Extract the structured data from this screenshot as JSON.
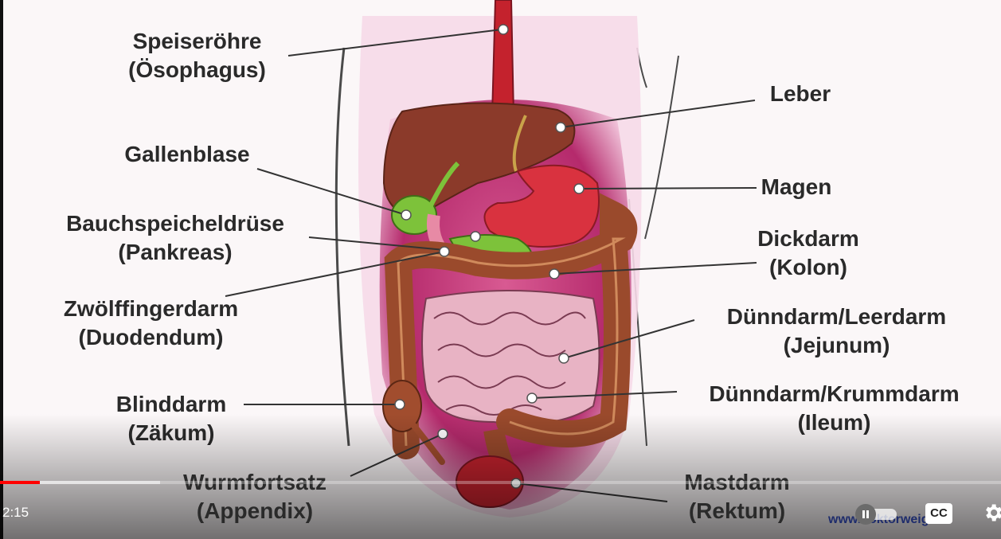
{
  "video": {
    "current_time": "2:15",
    "progress_played": 0.04,
    "progress_buffered": 0.16,
    "cc_label": "CC",
    "watermark": "www.doktorweigl.de"
  },
  "labels": {
    "speiseroehre": [
      "Speiseröhre",
      "(Ösophagus)"
    ],
    "leber": [
      "Leber"
    ],
    "gallenblase": [
      "Gallenblase"
    ],
    "magen": [
      "Magen"
    ],
    "bauchspeicheldruese": [
      "Bauchspeicheldrüse",
      "(Pankreas)"
    ],
    "dickdarm": [
      "Dickdarm",
      "(Kolon)"
    ],
    "zwoelffingerdarm": [
      "Zwölffingerdarm",
      "(Duodendum)"
    ],
    "duenndarm_leer": [
      "Dünndarm/Leerdarm",
      "(Jejunum)"
    ],
    "blinddarm": [
      "Blinddarm",
      "(Zäkum)"
    ],
    "duenndarm_krumm": [
      "Dünndarm/Krummdarm",
      "(Ileum)"
    ],
    "wurmfortsatz": [
      "Wurmfortsatz",
      "(Appendix)"
    ],
    "mastdarm": [
      "Mastdarm",
      "(Rektum)"
    ]
  },
  "colors": {
    "progress_played": "#ff0000",
    "label_text": "#2a2a2a",
    "watermark": "#1e2c6c",
    "body_cavity": "#b3286a",
    "liver": "#8b3a2a",
    "stomach": "#d9323f",
    "colon": "#9a4a2c",
    "small_intestine": "#e8b3c4",
    "gallbladder": "#7dc23a"
  }
}
